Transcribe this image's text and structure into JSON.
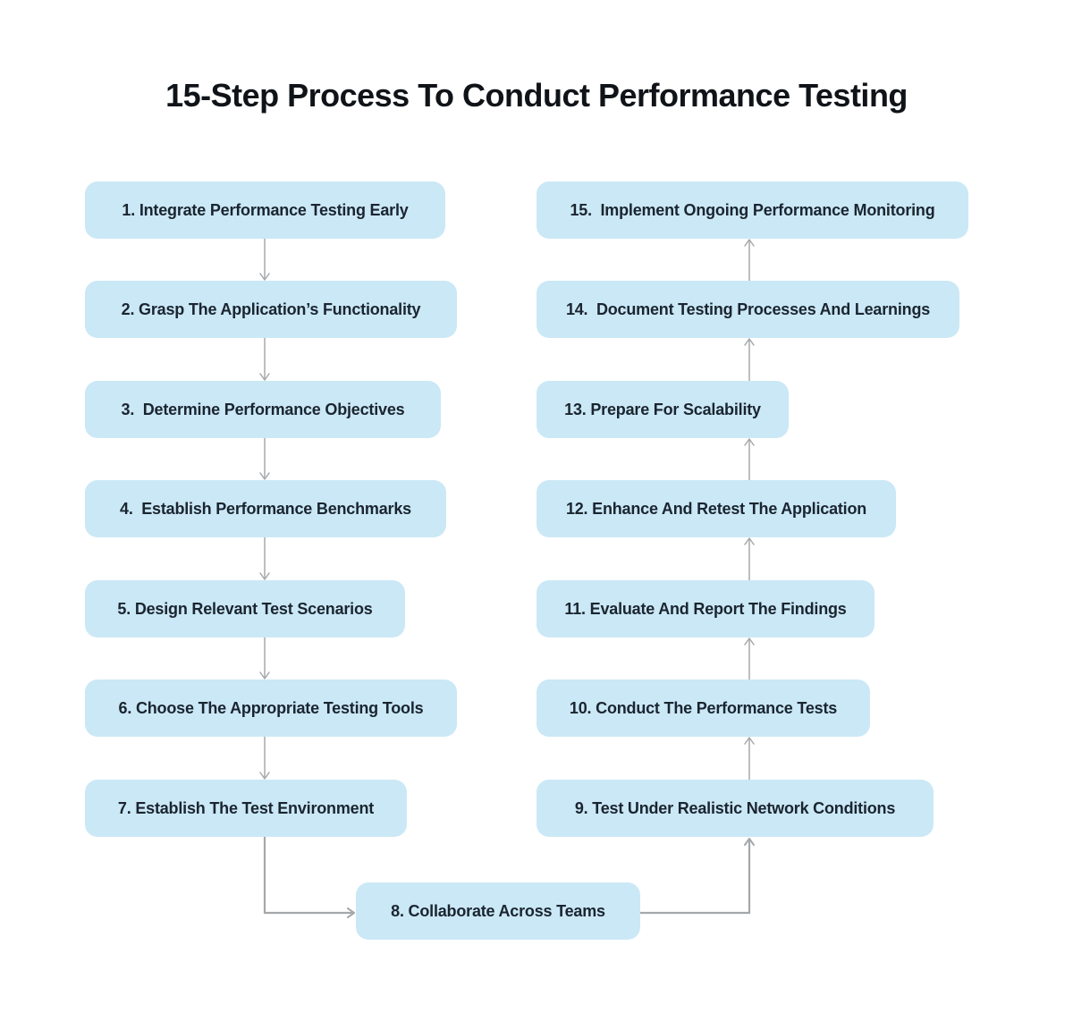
{
  "title": "15-Step Process To Conduct Performance Testing",
  "colors": {
    "background": "#ffffff",
    "box_fill": "#cbe8f6",
    "box_text": "#1a2530",
    "title_text": "#101419",
    "arrow": "#a5a8ab"
  },
  "diagram": {
    "type": "flowchart",
    "flow_order": [
      1,
      2,
      3,
      4,
      5,
      6,
      7,
      8,
      9,
      10,
      11,
      12,
      13,
      14,
      15
    ],
    "steps": [
      {
        "label": "1. Integrate Performance Testing Early"
      },
      {
        "label": "2. Grasp The Application’s Functionality"
      },
      {
        "label": "3.  Determine Performance Objectives"
      },
      {
        "label": "4.  Establish Performance Benchmarks"
      },
      {
        "label": "5. Design Relevant Test Scenarios"
      },
      {
        "label": "6. Choose The Appropriate Testing Tools"
      },
      {
        "label": "7. Establish The Test Environment"
      },
      {
        "label": "8. Collaborate Across Teams"
      },
      {
        "label": "9. Test Under Realistic Network Conditions"
      },
      {
        "label": "10. Conduct The Performance Tests"
      },
      {
        "label": "11. Evaluate And Report The Findings"
      },
      {
        "label": "12. Enhance And Retest The Application"
      },
      {
        "label": "13. Prepare For Scalability"
      },
      {
        "label": "14.  Document Testing Processes And Learnings"
      },
      {
        "label": "15.  Implement Ongoing Performance Monitoring"
      }
    ]
  }
}
